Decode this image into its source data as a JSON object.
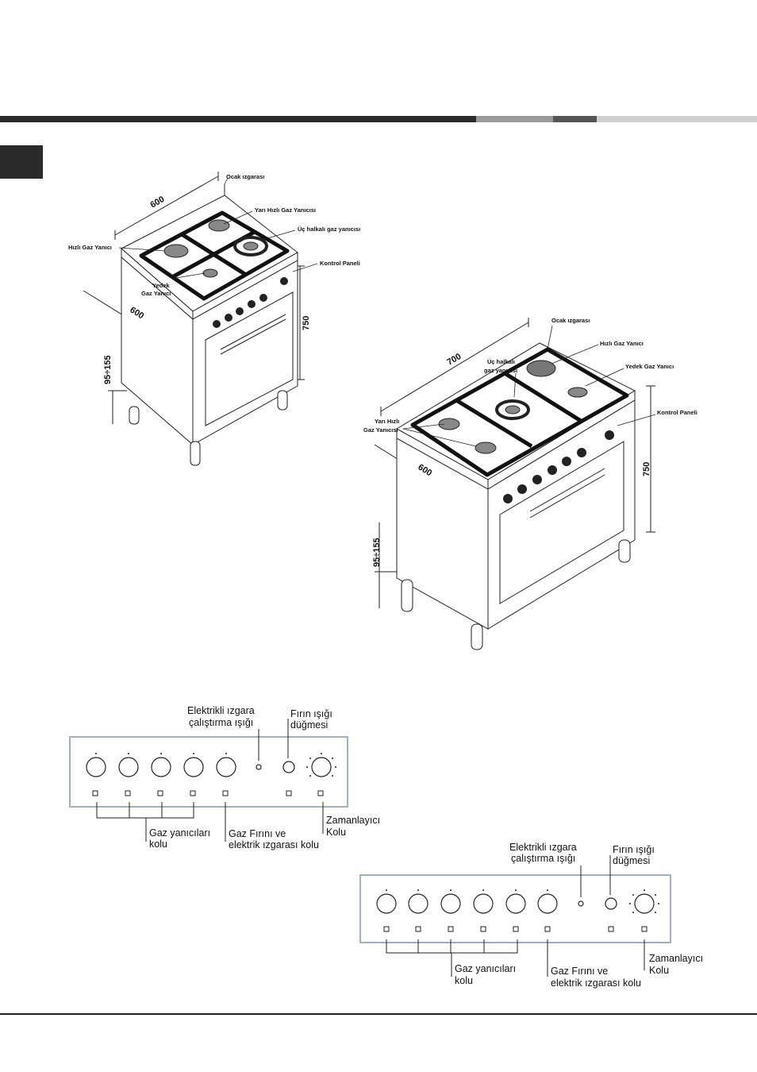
{
  "header": {
    "bar_colors": [
      "#2b2b2b",
      "#9a9a9a",
      "#555555",
      "#cfcfcf"
    ]
  },
  "cooker_600": {
    "labels": {
      "grate": "Ocak ızgarası",
      "semi_rapid": "Yarı Hızlı Gaz Yanıcısı",
      "triple_ring": "Üç halkalı gaz yanıcısı",
      "rapid": "Hızlı Gaz Yanıcı",
      "control_panel": "Kontrol Paneli",
      "aux_line1": "Yedek",
      "aux_line2": "Gaz Yanıcı"
    },
    "dims": {
      "width": "600",
      "depth": "600",
      "height": "750",
      "feet": "95÷155"
    }
  },
  "cooker_700": {
    "labels": {
      "grate": "Ocak ızgarası",
      "rapid": "Hızlı Gaz Yanıcı",
      "aux": "Yedek Gaz Yanıcı",
      "triple_line1": "Üç halkalı",
      "triple_line2": "gaz yanıcısı",
      "semi_line1": "Yarı Hızlı",
      "semi_line2": "Gaz Yanıcısı",
      "control_panel": "Kontrol Paneli"
    },
    "dims": {
      "width": "700",
      "depth": "600",
      "height": "750",
      "feet": "95÷155"
    }
  },
  "panel_1": {
    "grill_light_line1": "Elektrikli ızgara",
    "grill_light_line2": "çalıştırma ışığı",
    "oven_light_line1": "Fırın ışığı",
    "oven_light_line2": "düğmesi",
    "burners_line1": "Gaz yanıcıları",
    "burners_line2": "kolu",
    "oven_knob_line1": "Gaz Fırını ve",
    "oven_knob_line2": "elektrik ızgarası kolu",
    "timer_line1": "Zamanlayıcı",
    "timer_line2": "Kolu"
  },
  "panel_2": {
    "grill_light_line1": "Elektrikli ızgara",
    "grill_light_line2": "çalıştırma ışığı",
    "oven_light_line1": "Fırın ışığı",
    "oven_light_line2": "düğmesi",
    "burners_line1": "Gaz yanıcıları",
    "burners_line2": "kolu",
    "oven_knob_line1": "Gaz Fırını ve",
    "oven_knob_line2": "elektrik ızgarası kolu",
    "timer_line1": "Zamanlayıcı",
    "timer_line2": "Kolu"
  }
}
